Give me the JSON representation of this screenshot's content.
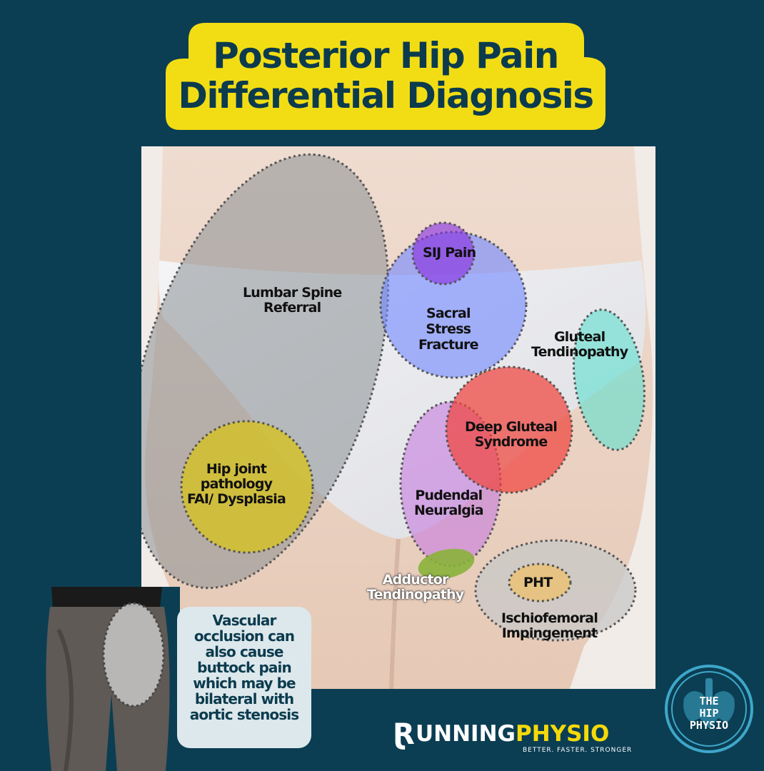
{
  "title": {
    "line1": "Posterior Hip Pain",
    "line2": "Differential Diagnosis"
  },
  "regions": {
    "lumbar": [
      "Lumbar Spine",
      "Referral"
    ],
    "sij": [
      "SIJ Pain"
    ],
    "sacral": [
      "Sacral",
      "Stress",
      "Fracture"
    ],
    "gluteal_tendinopathy": [
      "Gluteal",
      "Tendinopathy"
    ],
    "deep_gluteal": [
      "Deep Gluteal",
      "Syndrome"
    ],
    "hip_joint": [
      "Hip joint",
      "pathology",
      "FAI/ Dysplasia"
    ],
    "pudendal": [
      "Pudendal",
      "Neuralgia"
    ],
    "adductor": [
      "Adductor",
      "Tendinopathy"
    ],
    "pht": [
      "PHT"
    ],
    "ischiofemoral": [
      "Ischiofemoral",
      "Impingement"
    ]
  },
  "note": {
    "lines": [
      "Vascular",
      "occlusion can",
      "also cause",
      "buttock pain",
      "which may be",
      "bilateral with",
      "aortic stenosis"
    ]
  },
  "brand": {
    "word1": "UNNING",
    "word2": "PHYSIO",
    "tagline": "BETTER. FASTER. STRONGER",
    "badge_line1": "THE",
    "badge_line2": "HIP",
    "badge_line3": "PHYSIO"
  },
  "colors": {
    "background": "#0b3e53",
    "title_box": "#f2dd14",
    "lumbar": "#8a8f94",
    "sij": "#8b36e0",
    "sacral": "#6f86ff",
    "gluteal_tendinopathy": "#5ee0cf",
    "deep_gluteal": "#f0453f",
    "hip_joint": "#d4c12c",
    "pudendal": "#c77be0",
    "adductor": "#8ab33a",
    "pht": "#e8c27a",
    "ischiofemoral": "#c8c8c8"
  }
}
